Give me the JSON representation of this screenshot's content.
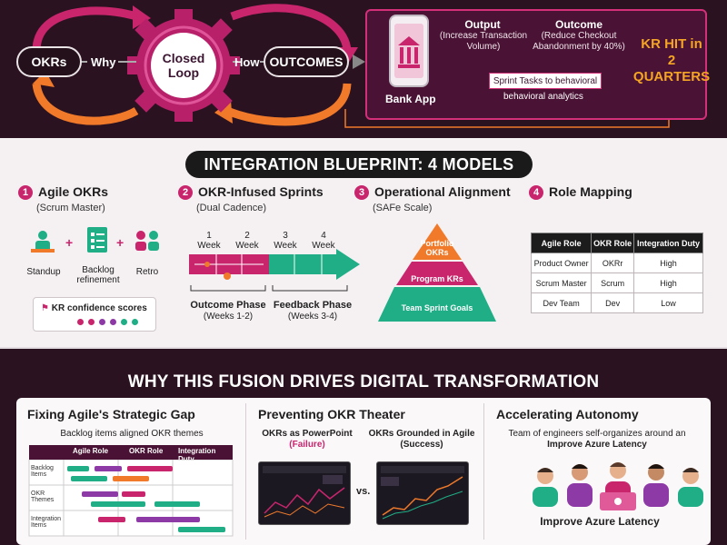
{
  "top": {
    "okrs": "OKRs",
    "why": "Why",
    "closed_loop_line1": "Closed",
    "closed_loop_line2": "Loop",
    "how": "How",
    "outcomes": "OUTCOMES",
    "bank": {
      "output_title": "Output",
      "output_desc_1": "(Increase Transaction",
      "output_desc_2": "Volume)",
      "outcome_title": "Outcome",
      "outcome_desc_1": "(Reduce Checkout",
      "outcome_desc_2": "Abandonment by 40%)",
      "sprint_tasks": "Sprint Tasks to behavioral",
      "behavioral": "behavioral analytics",
      "bank_app": "Bank App",
      "kr_hit_1": "KR HIT in",
      "kr_hit_2": "2",
      "kr_hit_3": "QUARTERS"
    }
  },
  "blueprint": {
    "title": "INTEGRATION BLUEPRINT: 4 MODELS",
    "models": [
      {
        "num": "1",
        "title": "Agile OKRs",
        "sub": "(Scrum Master)"
      },
      {
        "num": "2",
        "title": "OKR-Infused Sprints",
        "sub": "(Dual Cadence)"
      },
      {
        "num": "3",
        "title": "Operational Alignment",
        "sub": "(SAFe Scale)"
      },
      {
        "num": "4",
        "title": "Role Mapping",
        "sub": ""
      }
    ],
    "ceremonies": {
      "standup": "Standup",
      "backlog_1": "Backlog",
      "backlog_2": "refinement",
      "retro": "Retro",
      "kr_confidence": "KR confidence scores"
    },
    "weeks": [
      {
        "n": "1",
        "w": "Week"
      },
      {
        "n": "2",
        "w": "Week"
      },
      {
        "n": "3",
        "w": "Week"
      },
      {
        "n": "4",
        "w": "Week"
      }
    ],
    "phases": {
      "outcome_title": "Outcome Phase",
      "outcome_weeks": "(Weeks 1-2)",
      "feedback_title": "Feedback Phase",
      "feedback_weeks": "(Weeks 3-4)"
    },
    "pyramid": {
      "top_1": "Portfolio",
      "top_2": "OKRs",
      "mid": "Program KRs",
      "bottom": "Team Sprint Goals"
    },
    "role_table": {
      "headers": [
        "Agile Role",
        "OKR Role",
        "Integration Duty"
      ],
      "rows": [
        [
          "Product Owner",
          "OKRr",
          "High"
        ],
        [
          "Scrum Master",
          "Scrum",
          "High"
        ],
        [
          "Dev Team",
          "Dev",
          "Low"
        ]
      ]
    }
  },
  "fusion": {
    "title": "WHY THIS FUSION DRIVES DIGITAL TRANSFORMATION",
    "gap": {
      "title": "Fixing Agile's Strategic Gap",
      "sub": "Backlog items aligned OKR themes",
      "headers": [
        "Agile Role",
        "OKR Role",
        "Integration Duty"
      ],
      "rows": [
        "Backlog Items",
        "OKR Themes",
        "Integration Items"
      ]
    },
    "theater": {
      "title": "Preventing OKR Theater",
      "left_1": "OKRs as PowerPoint",
      "left_2": "(Failure)",
      "right_1": "OKRs Grounded in Agile",
      "right_2": "(Success)",
      "vs": "vs."
    },
    "autonomy": {
      "title": "Accelerating Autonomy",
      "sub_1": "Team of engineers self-organizes around an",
      "sub_2": "Improve Azure Latency",
      "caption": "Improve Azure Latency"
    }
  },
  "colors": {
    "magenta": "#c8256d",
    "orange": "#f07a2a",
    "green": "#1fae86",
    "dark": "#2b1220"
  }
}
